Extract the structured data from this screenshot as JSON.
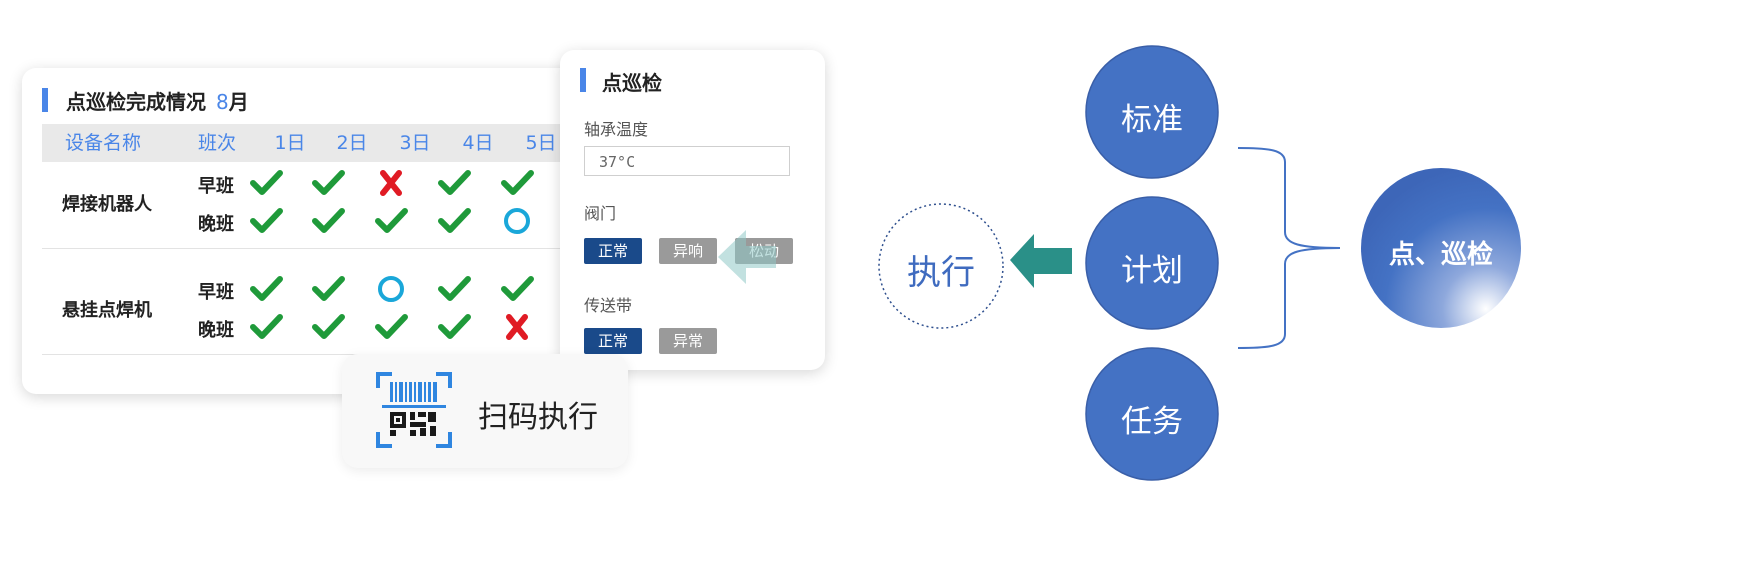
{
  "table_card": {
    "title": "点巡检完成情况",
    "month_num": "8",
    "month_unit": "月",
    "headers": [
      "设备名称",
      "班次",
      "1日",
      "2日",
      "3日",
      "4日",
      "5日"
    ],
    "devices": [
      {
        "name": "焊接机器人",
        "shifts": [
          {
            "label": "早班",
            "status": [
              "check",
              "check",
              "cross",
              "check",
              "check"
            ]
          },
          {
            "label": "晚班",
            "status": [
              "check",
              "check",
              "check",
              "check",
              "circle"
            ]
          }
        ]
      },
      {
        "name": "悬挂点焊机",
        "shifts": [
          {
            "label": "早班",
            "status": [
              "check",
              "check",
              "circle",
              "check",
              "check"
            ]
          },
          {
            "label": "晚班",
            "status": [
              "check",
              "check",
              "check",
              "check",
              "cross"
            ]
          }
        ]
      }
    ],
    "colors": {
      "check": "#1f9a3a",
      "cross": "#e01b24",
      "circle": "#1aa7d9"
    }
  },
  "detail_card": {
    "title": "点巡检",
    "bearing_label": "轴承温度",
    "bearing_value": "37°C",
    "valve_label": "阀门",
    "valve_options": [
      "正常",
      "异响",
      "松动"
    ],
    "valve_selected": "正常",
    "belt_label": "传送带",
    "belt_options": [
      "正常",
      "异常"
    ],
    "belt_selected": "正常"
  },
  "scan_card": {
    "label": "扫码执行",
    "icon": "qr-scan-icon"
  },
  "diagram": {
    "left_nodes": [
      "标准",
      "计划",
      "任务"
    ],
    "main_node": "点、巡检",
    "exec_node": "执行",
    "node_color": "#4472c4",
    "arrow_color": "#2a9088"
  }
}
